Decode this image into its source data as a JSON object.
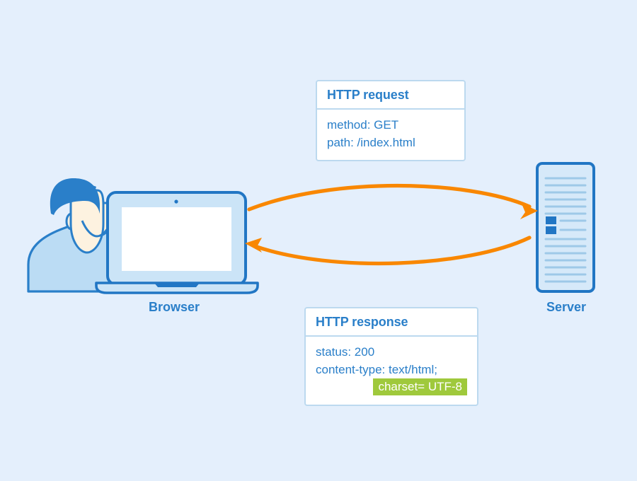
{
  "diagram": {
    "title_colors": {
      "background": "#e4effc",
      "accent_blue": "#2a7fc9",
      "light_blue": "#bcd9ef",
      "fill_blue": "#cbe4f7",
      "arrow_orange": "#f98700",
      "highlight_green": "#9fc93c",
      "skin": "#fdf2e0",
      "box_border": "#bcd9ef",
      "box_background": "#ffffff"
    },
    "request": {
      "header": "HTTP request",
      "lines": [
        {
          "text": "method: GET",
          "highlight": false,
          "indent": false
        },
        {
          "text": "path: /index.html",
          "highlight": false,
          "indent": false
        }
      ]
    },
    "response": {
      "header": "HTTP response",
      "lines": [
        {
          "text": "status: 200",
          "highlight": false,
          "indent": false
        },
        {
          "text": "content-type: text/html;",
          "highlight": false,
          "indent": false
        },
        {
          "text": "charset= UTF-8",
          "highlight": true,
          "indent": true
        }
      ]
    },
    "nodes": {
      "browser_label": "Browser",
      "server_label": "Server"
    },
    "arrows": [
      {
        "name": "request-arrow",
        "from": "browser",
        "to": "server",
        "color": "#f98700"
      },
      {
        "name": "response-arrow",
        "from": "server",
        "to": "browser",
        "color": "#f98700"
      }
    ]
  }
}
